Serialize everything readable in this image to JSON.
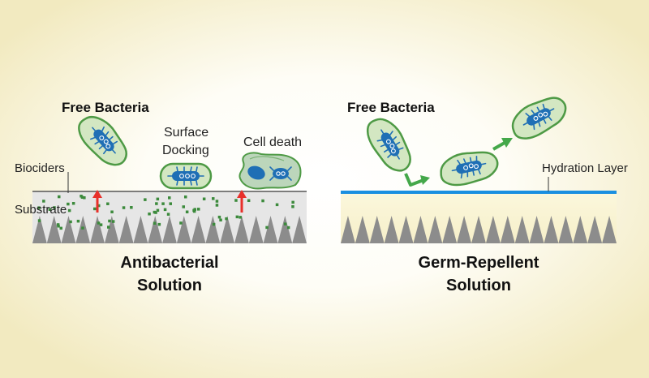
{
  "colors": {
    "cell_fill": "#d3e7c2",
    "cell_stroke": "#4e9a45",
    "bacterium_body": "#1f6fb5",
    "biocide": "#3c8a3c",
    "substrate": "#e6e6e6",
    "spikes": "#8c8c8c",
    "arrow_red": "#e8302a",
    "arrow_green": "#44a84a",
    "hydration_line": "#1a8fe0"
  },
  "left": {
    "free_bacteria": "Free Bacteria",
    "surface_docking_line1": "Surface",
    "surface_docking_line2": "Docking",
    "cell_death": "Cell death",
    "biociders": "Biociders",
    "substrate": "Substrate",
    "title_line1": "Antibacterial",
    "title_line2": "Solution"
  },
  "right": {
    "free_bacteria": "Free Bacteria",
    "hydration_layer": "Hydration Layer",
    "title_line1": "Germ-Repellent",
    "title_line2": "Solution"
  }
}
